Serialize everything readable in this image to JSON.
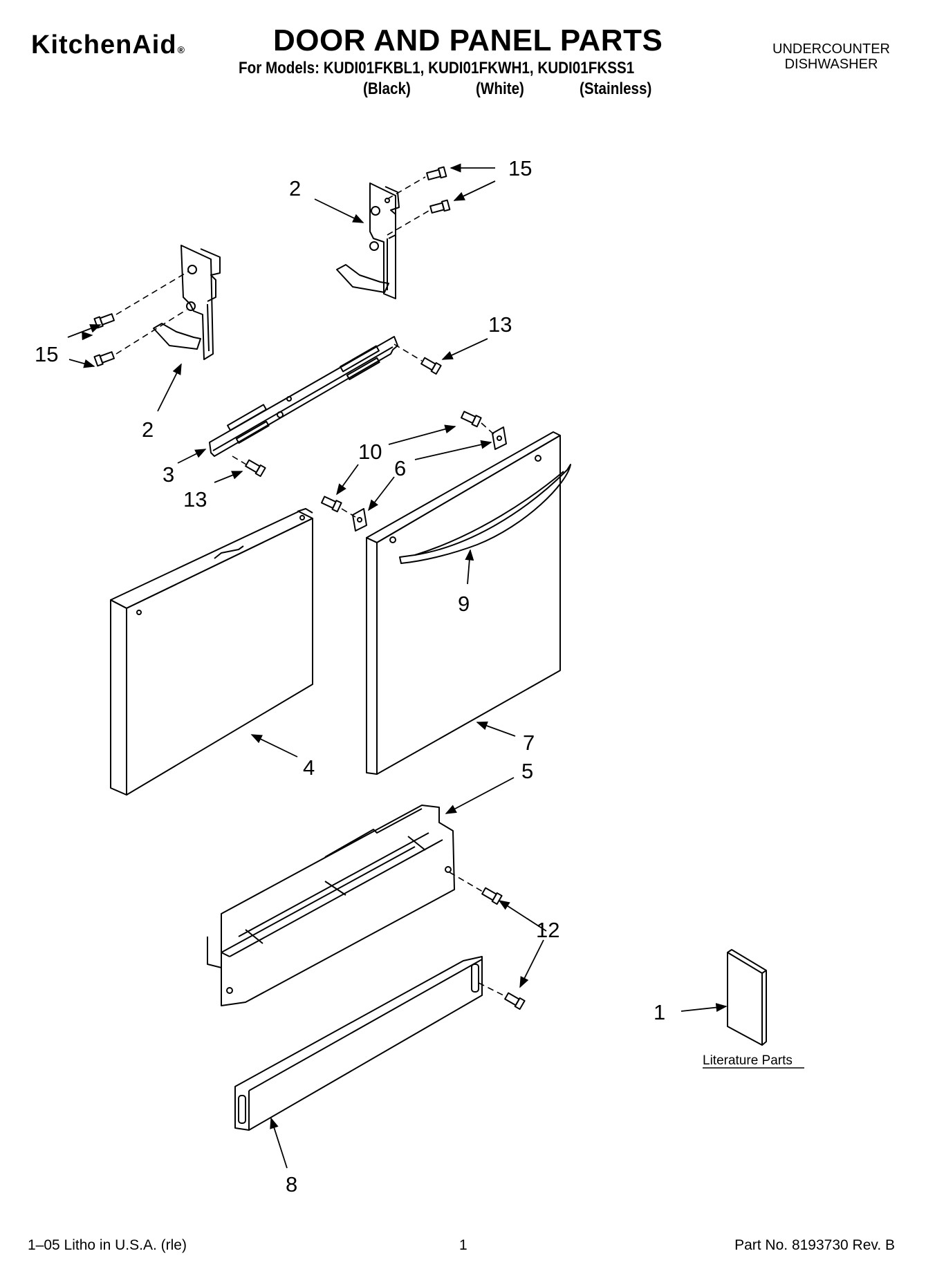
{
  "header": {
    "brand": "KitchenAid",
    "brand_mark": "®",
    "title": "DOOR AND PANEL PARTS",
    "models_line": "For Models: KUDI01FKBL1, KUDI01FKWH1, KUDI01FKSS1",
    "color_black": "(Black)",
    "color_white": "(White)",
    "color_stainless": "(Stainless)",
    "product_line1": "UNDERCOUNTER",
    "product_line2": "DISHWASHER"
  },
  "callouts": {
    "c15_top": "15",
    "c2_top": "2",
    "c15_left": "15",
    "c2_left": "2",
    "c13_right": "13",
    "c3": "3",
    "c13_left": "13",
    "c10": "10",
    "c6": "6",
    "c9": "9",
    "c4": "4",
    "c7": "7",
    "c5": "5",
    "c12": "12",
    "c1": "1",
    "c8": "8"
  },
  "literature_label": "Literature Parts",
  "footer": {
    "left": "1–05 Litho in U.S.A. (rle)",
    "center": "1",
    "right": "Part No. 8193730 Rev. B"
  }
}
